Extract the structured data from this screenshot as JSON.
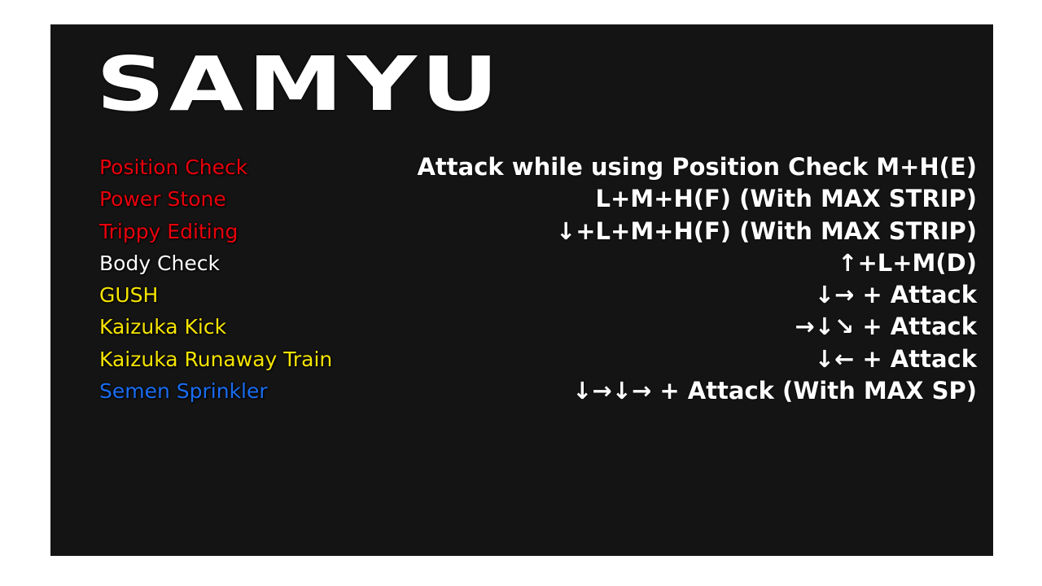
{
  "title": "SAMYU",
  "colors": {
    "red": "#e8000b",
    "white": "#ffffff",
    "yellow": "#f5e400",
    "blue": "#1a6cf0"
  },
  "moves": [
    {
      "name": "Position Check",
      "command": "Attack while using Position Check M+H(E)",
      "color": "#e8000b"
    },
    {
      "name": "Power Stone",
      "command": "L+M+H(F) (With MAX STRIP)",
      "color": "#e8000b"
    },
    {
      "name": "Trippy Editing",
      "command": "↓+L+M+H(F) (With MAX STRIP)",
      "color": "#e8000b"
    },
    {
      "name": "Body Check",
      "command": "↑+L+M(D)",
      "color": "#ffffff"
    },
    {
      "name": "GUSH",
      "command": "↓→ + Attack",
      "color": "#f5e400"
    },
    {
      "name": "Kaizuka Kick",
      "command": "→↓↘ + Attack",
      "color": "#f5e400"
    },
    {
      "name": "Kaizuka Runaway Train",
      "command": "↓← + Attack",
      "color": "#f5e400"
    },
    {
      "name": "Semen Sprinkler",
      "command": "↓→↓→ + Attack (With MAX SP)",
      "color": "#1a6cf0"
    }
  ]
}
